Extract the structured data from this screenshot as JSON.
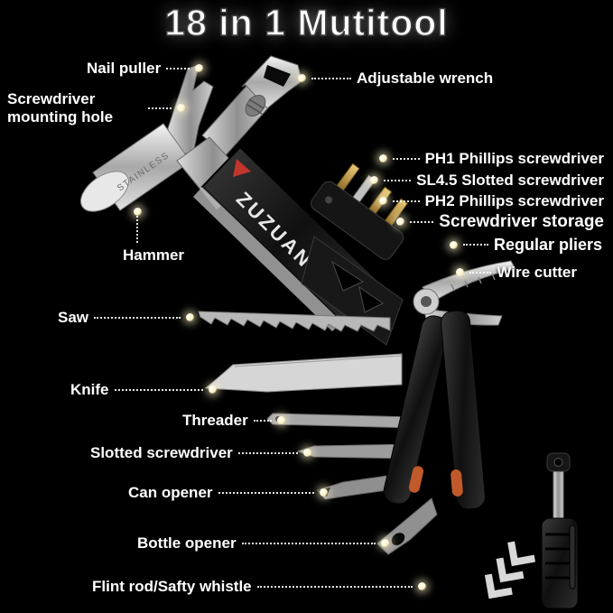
{
  "title": "18 in 1 Mutitool",
  "product": {
    "brand": "ZUZUAN",
    "head_text": "STAINLESS"
  },
  "labels": [
    {
      "id": "nail-puller",
      "text": "Nail puller"
    },
    {
      "id": "screwdriver-mounting-hole",
      "text": "Screwdriver mounting hole"
    },
    {
      "id": "adjustable-wrench",
      "text": "Adjustable wrench"
    },
    {
      "id": "ph1-phillips-screwdriver",
      "text": "PH1 Phillips screwdriver"
    },
    {
      "id": "sl4-5-slotted-screwdriver",
      "text": "SL4.5 Slotted screwdriver"
    },
    {
      "id": "ph2-phillips-screwdriver",
      "text": "PH2 Phillips screwdriver"
    },
    {
      "id": "screwdriver-storage",
      "text": "Screwdriver storage"
    },
    {
      "id": "regular-pliers",
      "text": "Regular pliers"
    },
    {
      "id": "wire-cutter",
      "text": "Wire cutter"
    },
    {
      "id": "hammer",
      "text": "Hammer"
    },
    {
      "id": "saw",
      "text": "Saw"
    },
    {
      "id": "knife",
      "text": "Knife"
    },
    {
      "id": "threader",
      "text": "Threader"
    },
    {
      "id": "slotted-screwdriver",
      "text": "Slotted screwdriver"
    },
    {
      "id": "can-opener",
      "text": "Can opener"
    },
    {
      "id": "bottle-opener",
      "text": "Bottle opener"
    },
    {
      "id": "flint-rod-safety-whistle",
      "text": "Flint rod/Safty whistle"
    }
  ],
  "colors": {
    "background": "#000000",
    "label_text": "#ffffff",
    "leader_dot_glow": "#fff3c4",
    "red_accent": "#c2362b",
    "orange_accent": "#c05a2a",
    "bit_gold": "#c9a24a"
  }
}
